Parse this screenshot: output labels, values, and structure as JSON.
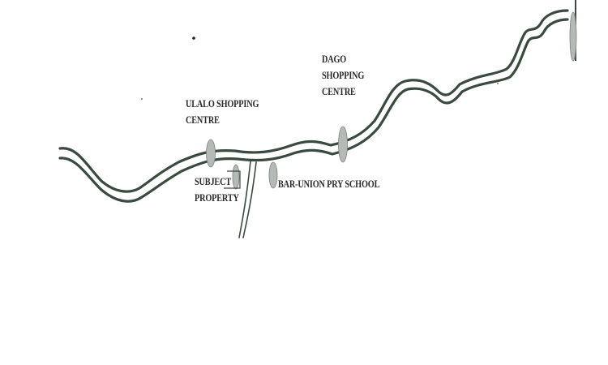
{
  "map": {
    "labels": {
      "ulalo_shopping_centre": [
        "ULALO SHOPPING",
        "CENTRE"
      ],
      "dago_shopping_centre": [
        "DAGO",
        "SHOPPING",
        "CENTRE"
      ],
      "subject_property": [
        "SUBJECT",
        "PROPERTY"
      ],
      "bar_union_pry_school": [
        "BAR-UNION PRY SCHOOL"
      ]
    },
    "colors": {
      "road_stroke": "#3a4a3f",
      "marker_fill": "#b5bab6",
      "marker_stroke": "#7a827c",
      "label_text": "#2a2a2a"
    }
  }
}
